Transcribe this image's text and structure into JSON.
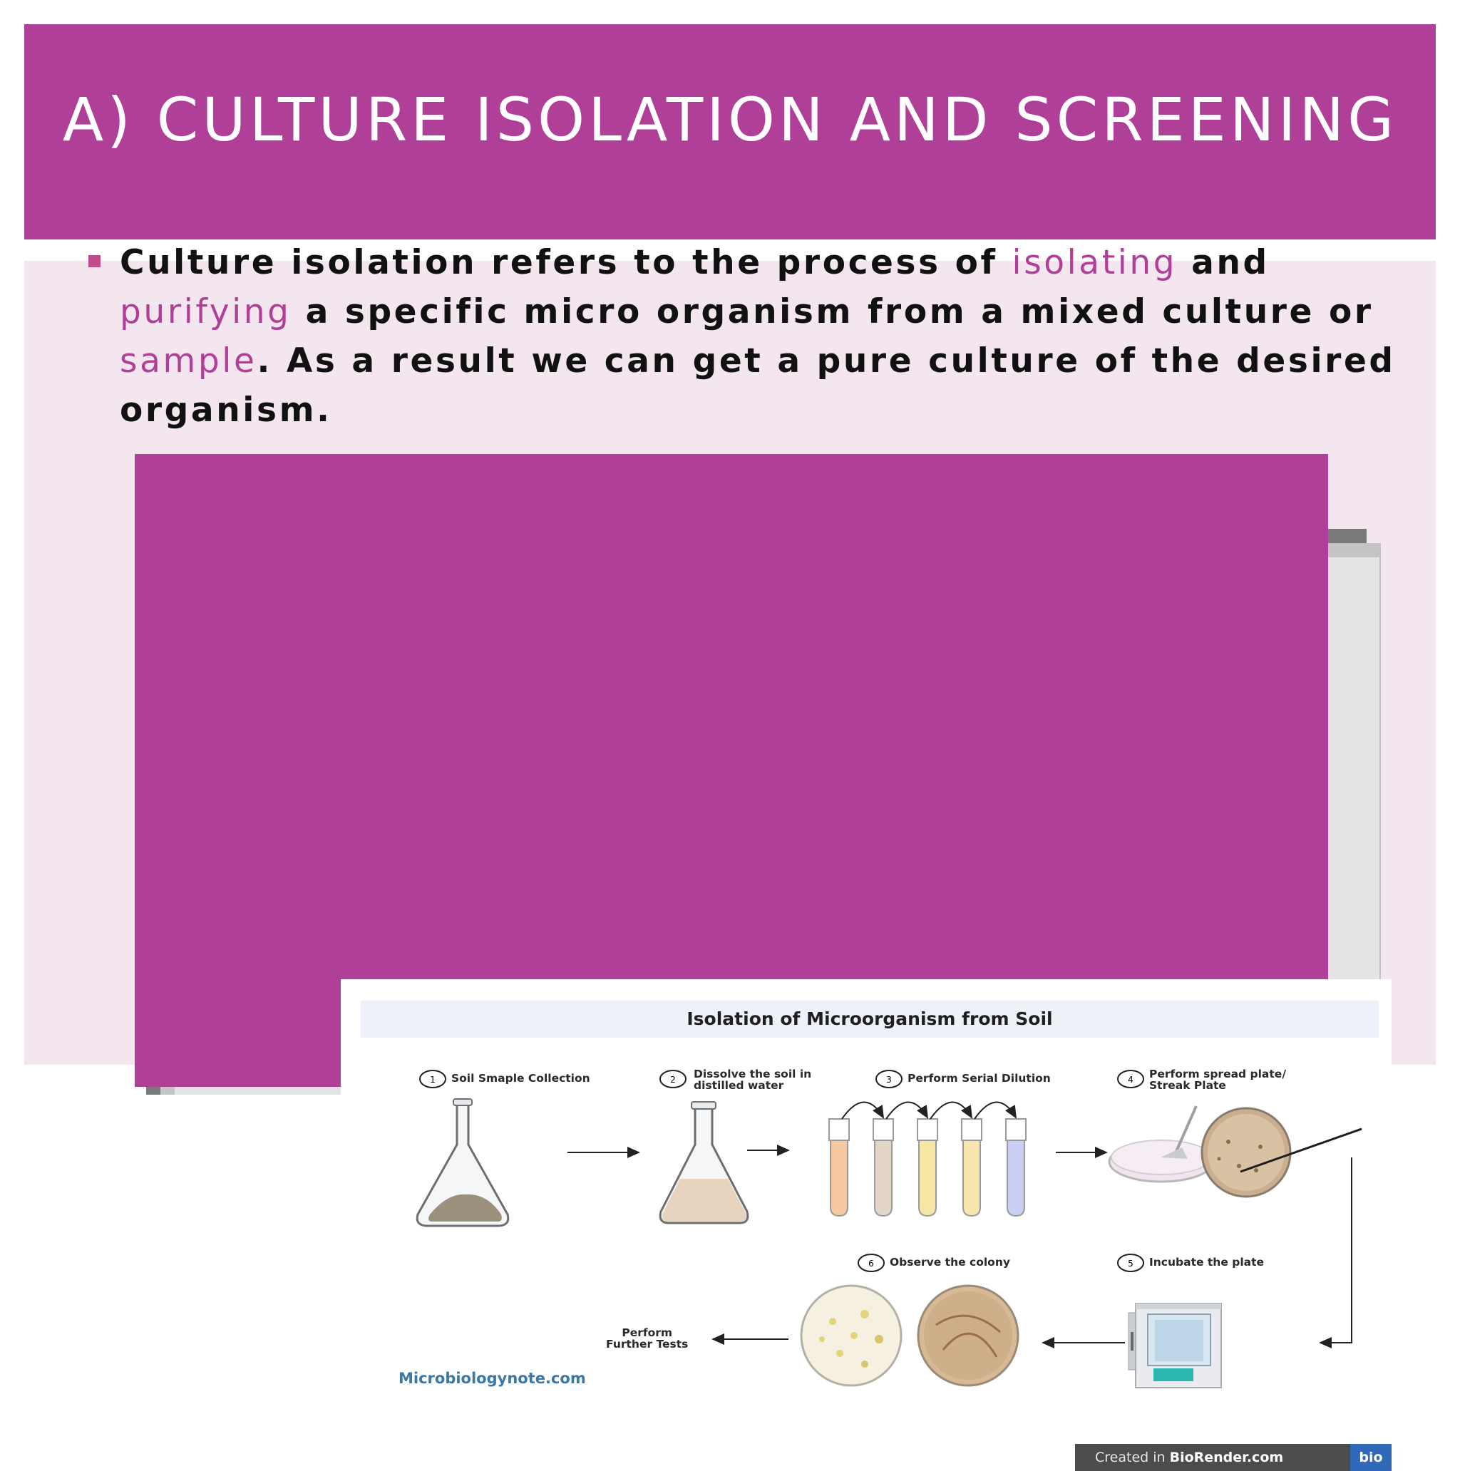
{
  "slide": {
    "title": "A) CULTURE ISOLATION AND SCREENING",
    "bullet": {
      "part1": "Culture isolation refers to the process of ",
      "highlight1": "isolating",
      "part2": " and ",
      "highlight2": "purifying",
      "part3": " a specific micro organism from a mixed culture or ",
      "highlight3": "sample",
      "part4": ". As a result we can get a pure culture of the desired organism."
    }
  },
  "figure": {
    "title": "Isolation of Microorganism from Soil",
    "steps": [
      {
        "number": "1",
        "label": "Soil Smaple Collection"
      },
      {
        "number": "2",
        "label": "Dissolve the soil in\ndistilled water"
      },
      {
        "number": "3",
        "label": "Perform Serial Dilution"
      },
      {
        "number": "4",
        "label": "Perform spread plate/\nStreak Plate"
      },
      {
        "number": "5",
        "label": "Incubate the plate"
      },
      {
        "number": "6",
        "label": "Observe the colony"
      }
    ],
    "further_tests": "Perform\nFurther Tests",
    "site": "Microbiologynote.com",
    "badge_prefix": "Created in ",
    "badge_brand": "BioRender.com",
    "badge_logo": "bio"
  },
  "colors": {
    "accent": "#b03f97",
    "content_background": "#f3e6ee",
    "bullet_marker": "#c24a8a",
    "site_link": "#3a78a8",
    "biorender_blue": "#2f69b7"
  },
  "icons": [
    "bullet-square-icon",
    "conical-flask-icon",
    "test-tube-icon",
    "petri-dish-icon",
    "incubator-icon",
    "step-number-icon",
    "arrow-icon"
  ]
}
